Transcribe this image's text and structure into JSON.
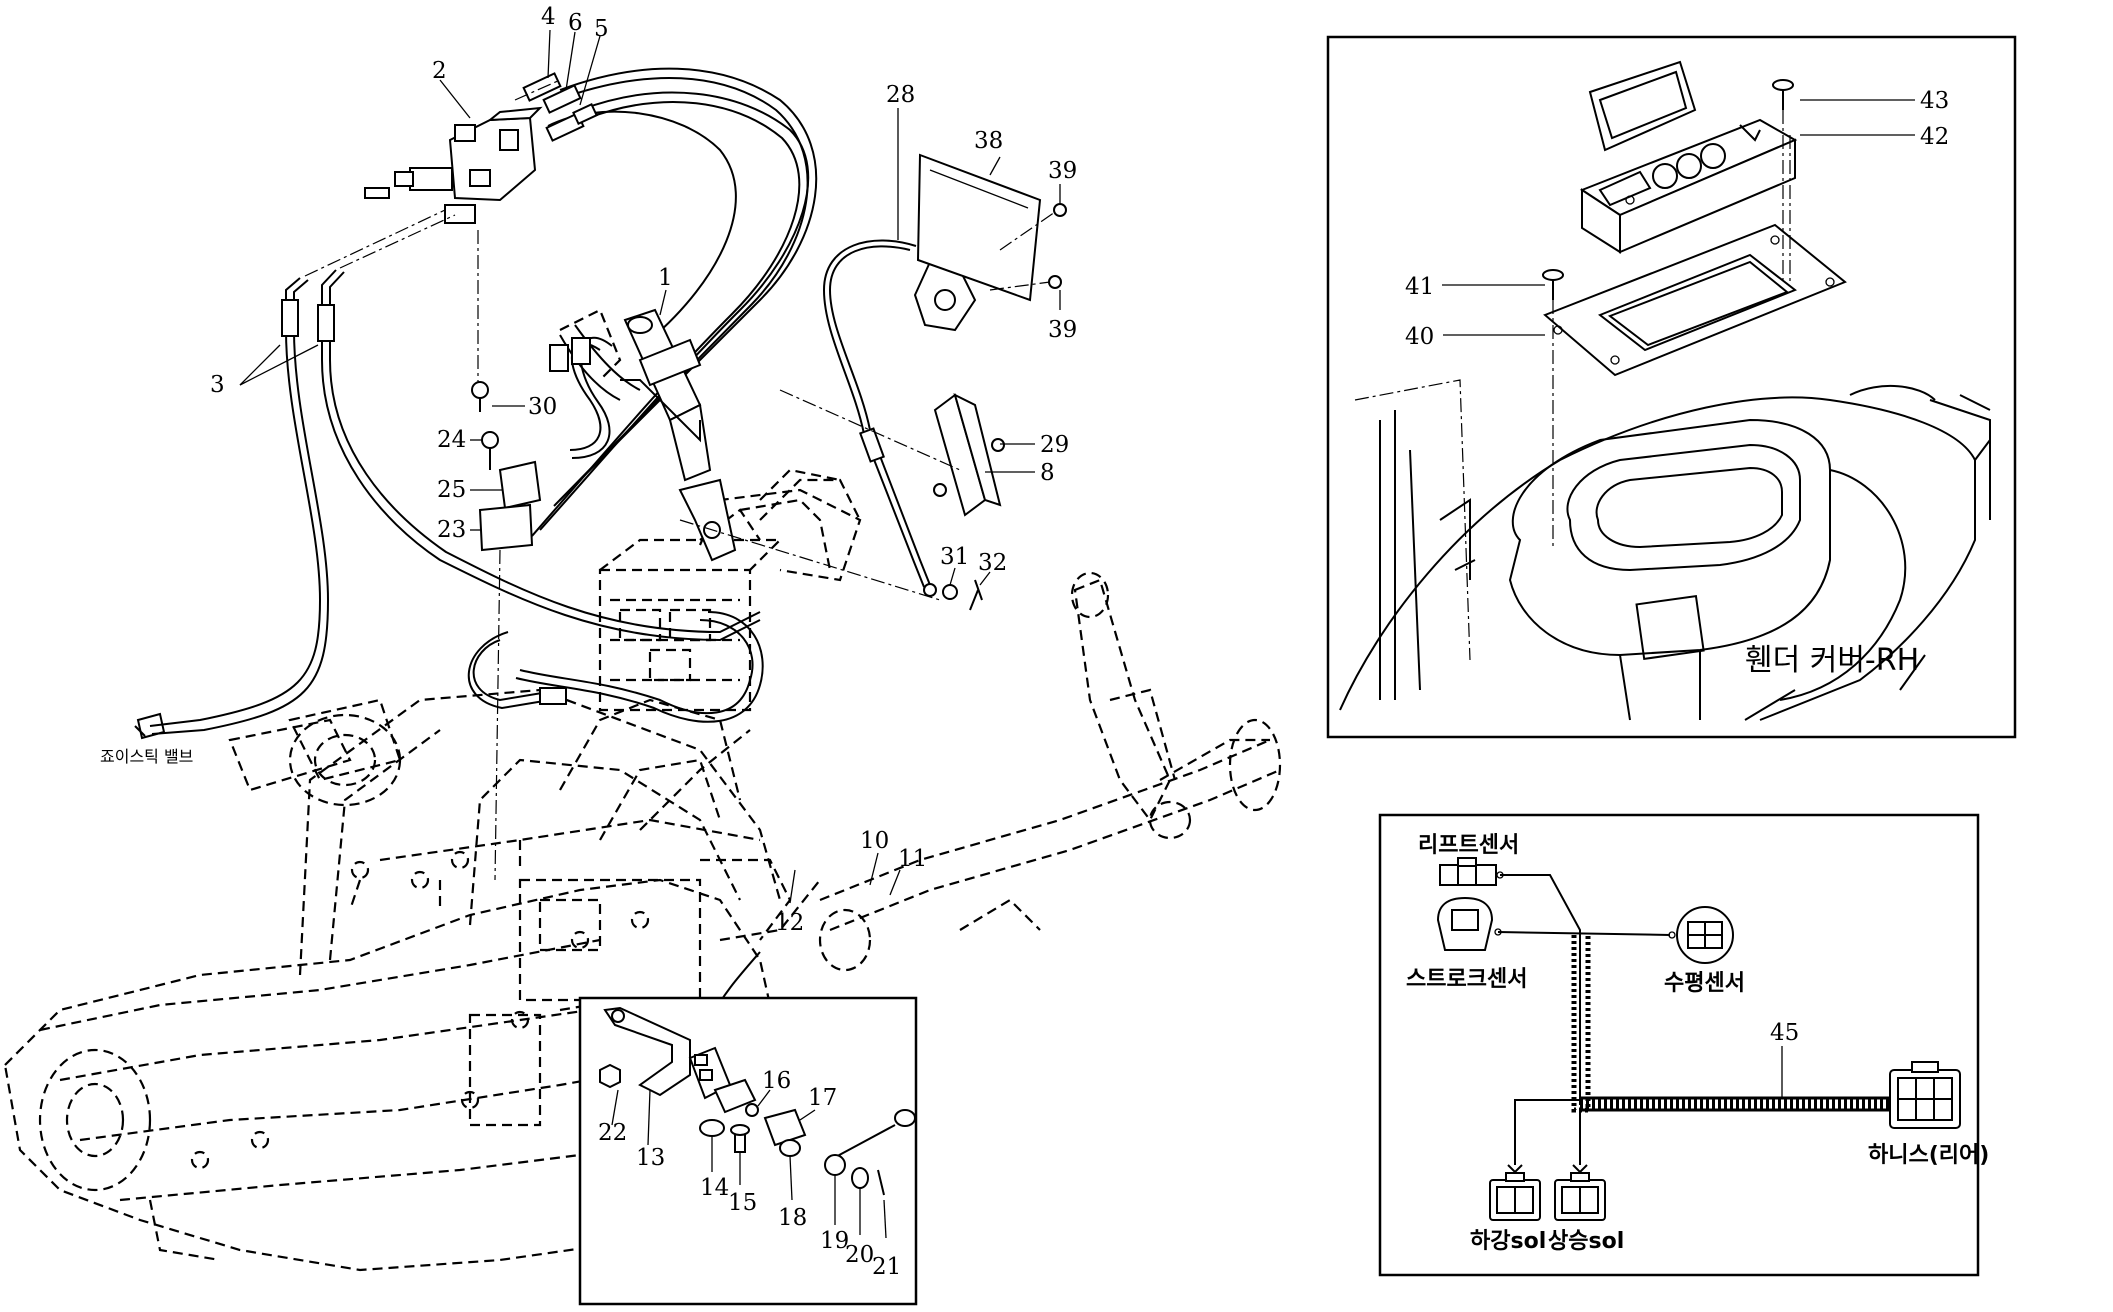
{
  "callouts_main": [
    "1",
    "2",
    "3",
    "4",
    "5",
    "6",
    "8",
    "10",
    "11",
    "12",
    "23",
    "24",
    "25",
    "28",
    "29",
    "30",
    "31",
    "32",
    "38",
    "39",
    "39"
  ],
  "callouts_inset": [
    "13",
    "14",
    "15",
    "16",
    "17",
    "18",
    "19",
    "20",
    "21",
    "22"
  ],
  "joystick_label": "죠이스틱 밸브",
  "fender_panel": {
    "callouts": [
      "40",
      "41",
      "42",
      "43"
    ],
    "fender_label": "휀더 커버-RH"
  },
  "wiring_panel": {
    "lift_sensor": "리프트센서",
    "stroke_sensor": "스트로크센서",
    "level_sensor": "수평센서",
    "harness_number": "45",
    "harness_rear": "하니스(리어)",
    "down_sol": "하강sol",
    "up_sol": "상승sol"
  }
}
